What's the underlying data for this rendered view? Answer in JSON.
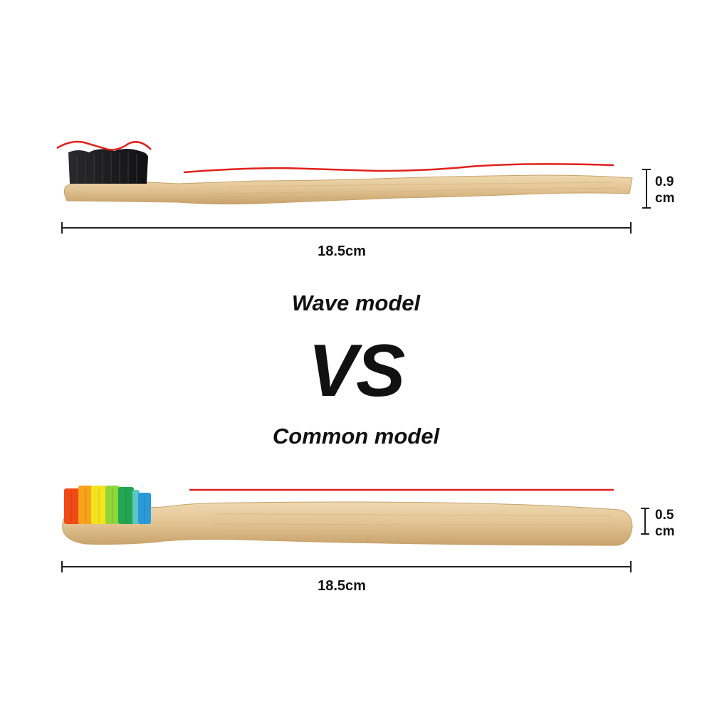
{
  "wave": {
    "title": "Wave model",
    "length_label": "18.5cm",
    "thickness_value": "0.9",
    "thickness_unit": "cm"
  },
  "vs_label": "VS",
  "common": {
    "title": "Common model",
    "length_label": "18.5cm",
    "thickness_value": "0.5",
    "thickness_unit": "cm"
  },
  "colors": {
    "bamboo": "#e3c89a",
    "bamboo_dark": "#c9a873",
    "red_line": "#e0201c",
    "black_bristle": "#1d1d1f",
    "rainbow": [
      "#f04a17",
      "#f7a31b",
      "#f4e41e",
      "#5cc932",
      "#23a653",
      "#2a9bd8"
    ]
  }
}
